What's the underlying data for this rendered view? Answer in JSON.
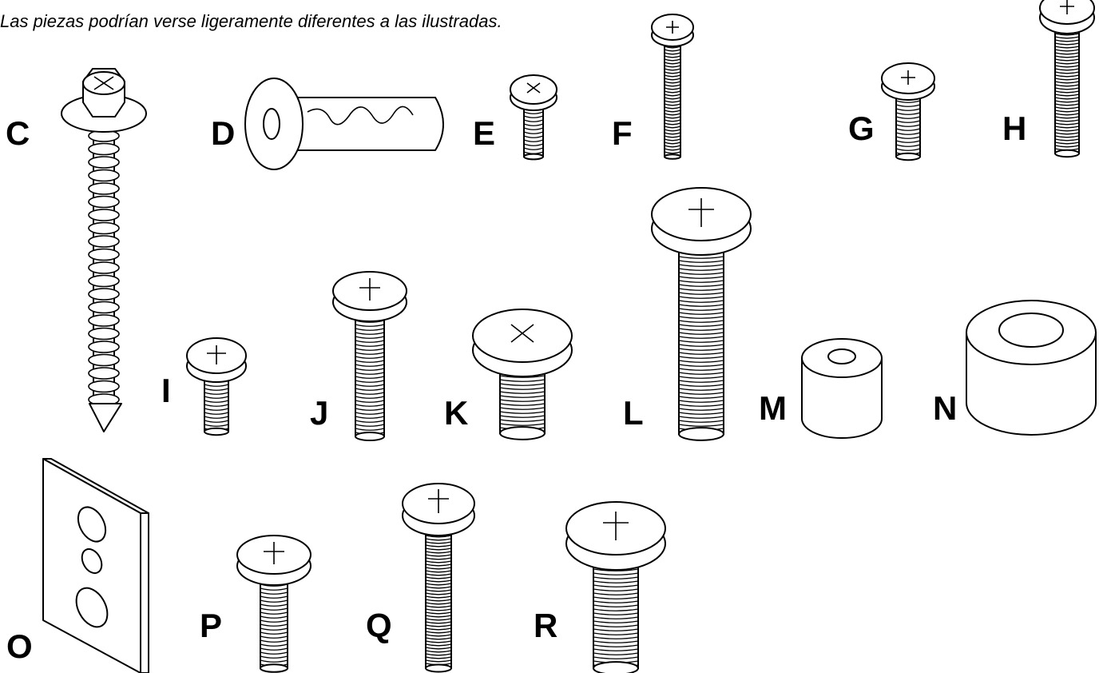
{
  "note": "Las piezas podrían verse ligeramente diferentes a las ilustradas.",
  "parts": {
    "C": "C",
    "D": "D",
    "E": "E",
    "F": "F",
    "G": "G",
    "H": "H",
    "I": "I",
    "J": "J",
    "K": "K",
    "L": "L",
    "M": "M",
    "N": "N",
    "O": "O",
    "P": "P",
    "Q": "Q",
    "R": "R"
  }
}
